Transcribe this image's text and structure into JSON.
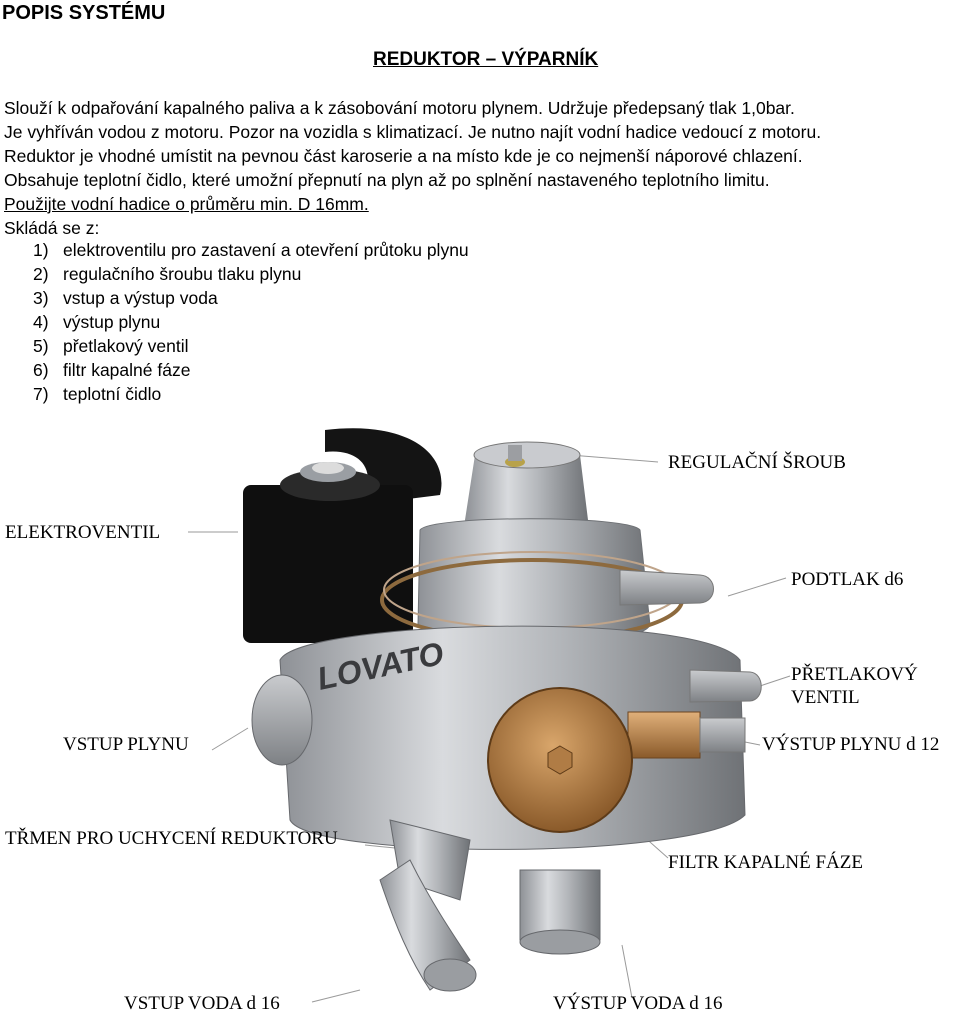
{
  "section_heading": "POPIS SYSTÉMU",
  "title": "REDUKTOR – VÝPARNÍK",
  "paragraph_lines": [
    "Slouží k odpařování kapalného paliva a k zásobování motoru plynem. Udržuje předepsaný tlak 1,0bar.",
    "Je vyhříván vodou z motoru. Pozor na vozidla s klimatizací. Je nutno najít vodní hadice vedoucí z motoru.",
    "Reduktor je vhodné umístit na pevnou část karoserie a na místo kde je co nejmenší náporové chlazení.",
    "Obsahuje teplotní čidlo, které umožní přepnutí na plyn až po splnění nastaveného teplotního limitu."
  ],
  "hose_note": "Použijte vodní hadice o průměru min. D 16mm.",
  "components_intro": "Skládá se z:",
  "components": [
    {
      "num": "1)",
      "text": "elektroventilu pro zastavení a otevření průtoku plynu"
    },
    {
      "num": "2)",
      "text": "regulačního šroubu tlaku plynu"
    },
    {
      "num": "3)",
      "text": "vstup a výstup voda"
    },
    {
      "num": "4)",
      "text": "výstup plynu"
    },
    {
      "num": "5)",
      "text": "přetlakový ventil"
    },
    {
      "num": "6)",
      "text": "filtr kapalné fáze"
    },
    {
      "num": "7)",
      "text": "teplotní čidlo"
    }
  ],
  "callouts": {
    "regulacni_sroub": "REGULAČNÍ ŠROUB",
    "elektroventil": "ELEKTROVENTIL",
    "podtlak": "PODTLAK d6",
    "pretlakovy_line1": "PŘETLAKOVÝ",
    "pretlakovy_line2": "VENTIL",
    "vstup_plynu": "VSTUP PLYNU",
    "vystup_plynu": "VÝSTUP PLYNU d 12",
    "trmen": "TŘMEN PRO UCHYCENÍ REDUKTORU",
    "filtr": "FILTR KAPALNÉ FÁZE",
    "vstup_voda": "VSTUP VODA  d 16",
    "vystup_voda": "VÝSTUP VODA d 16"
  },
  "brand_logo_text": "LOVATO"
}
